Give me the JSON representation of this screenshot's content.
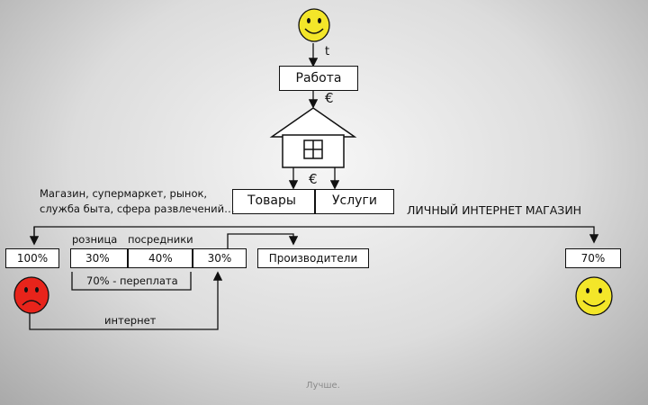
{
  "nodes": {
    "t_label": "t",
    "work": "Работа",
    "euro_top": "€",
    "euro_mid": "€",
    "goods": "Товары",
    "services": "Услуги",
    "shops": "Магазин, супермаркет, рынок,\nслужба быта, сфера развлечений…",
    "personal_shop": "ЛИЧНЫЙ ИНТЕРНЕТ МАГАЗИН",
    "retail": "розница",
    "intermediaries": "посредники",
    "p100": "100%",
    "p30a": "30%",
    "p40": "40%",
    "p30b": "30%",
    "producers": "Производители",
    "p70": "70%",
    "overpay": "70% - переплата",
    "internet": "интернет",
    "better": "Лучше."
  },
  "colors": {
    "happy_face": "#f3e629",
    "sad_face": "#e8241b",
    "line": "#111111"
  }
}
